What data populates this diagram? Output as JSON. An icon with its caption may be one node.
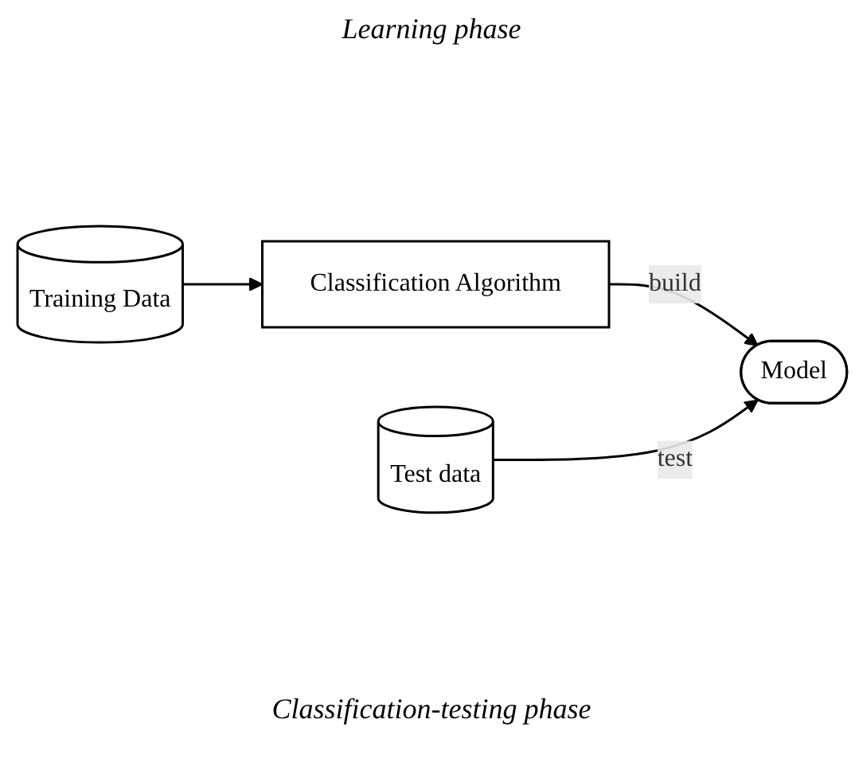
{
  "diagram": {
    "nodes": [
      {
        "text": [
          "Training Data"
        ]
      },
      {
        "text": [
          "Classification Algorithm"
        ]
      },
      {
        "text": [
          "Model"
        ]
      },
      {
        "text": [
          "Test data"
        ]
      }
    ],
    "edges": [
      {
        "from": 0,
        "to": 1,
        "arrow": "to"
      },
      {
        "from": 1,
        "to": 2,
        "arrow": "to",
        "label": "build"
      },
      {
        "from": 3,
        "to": 2,
        "arrow": "to",
        "label": "test"
      }
    ],
    "labels": [
      "Learning phase",
      "Classification-testing phase"
    ]
  }
}
